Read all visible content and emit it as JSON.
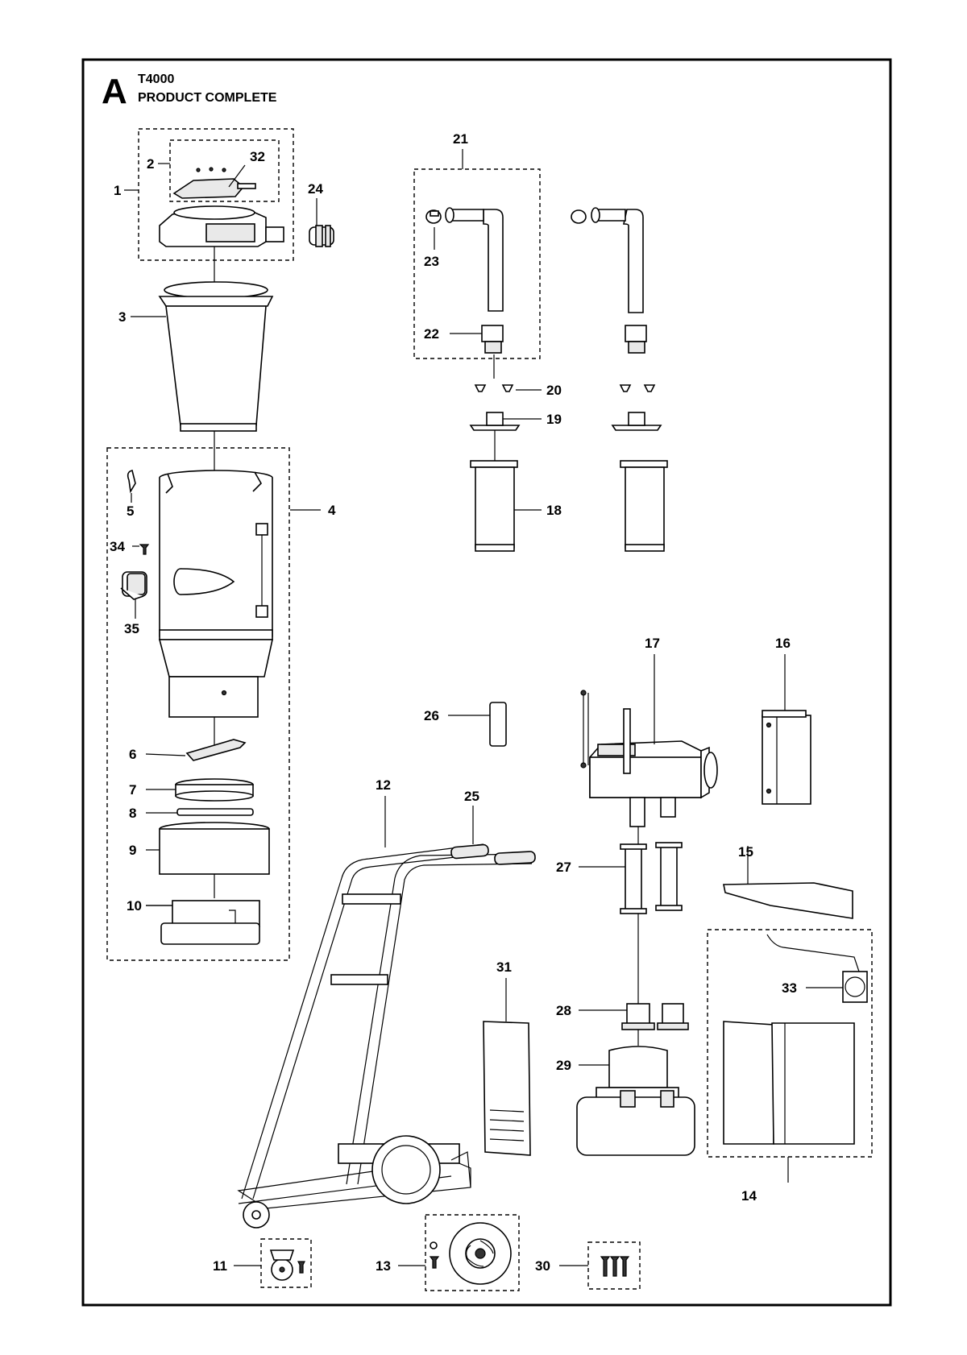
{
  "header": {
    "section_letter": "A",
    "model": "T4000",
    "title": "PRODUCT COMPLETE"
  },
  "callouts": {
    "c1": "1",
    "c2": "2",
    "c3": "3",
    "c4": "4",
    "c5": "5",
    "c6": "6",
    "c7": "7",
    "c8": "8",
    "c9": "9",
    "c10": "10",
    "c11": "11",
    "c12": "12",
    "c13": "13",
    "c14": "14",
    "c15": "15",
    "c16": "16",
    "c17": "17",
    "c18": "18",
    "c19": "19",
    "c20": "20",
    "c21": "21",
    "c22": "22",
    "c23": "23",
    "c24": "24",
    "c25": "25",
    "c26": "26",
    "c27": "27",
    "c28": "28",
    "c29": "29",
    "c30": "30",
    "c31": "31",
    "c32": "32",
    "c33": "33",
    "c34": "34",
    "c35": "35"
  }
}
